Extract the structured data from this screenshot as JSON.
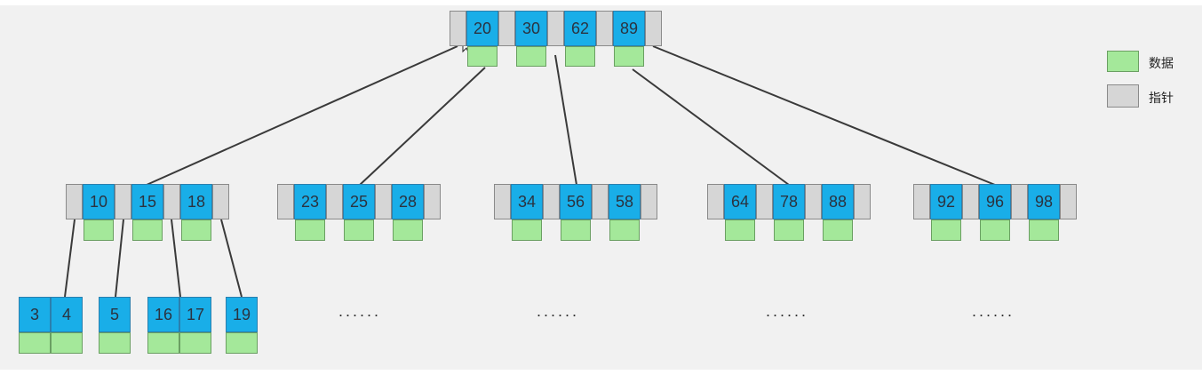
{
  "diagram": {
    "root": {
      "keys": [
        "20",
        "30",
        "62",
        "89"
      ]
    },
    "level1": [
      {
        "keys": [
          "10",
          "15",
          "18"
        ]
      },
      {
        "keys": [
          "23",
          "25",
          "28"
        ]
      },
      {
        "keys": [
          "34",
          "56",
          "58"
        ]
      },
      {
        "keys": [
          "64",
          "78",
          "88"
        ]
      },
      {
        "keys": [
          "92",
          "96",
          "98"
        ]
      }
    ],
    "leaves": [
      {
        "keys": [
          "3",
          "4"
        ]
      },
      {
        "keys": [
          "5"
        ]
      },
      {
        "keys": [
          "16",
          "17"
        ]
      },
      {
        "keys": [
          "19"
        ]
      }
    ],
    "ellipsis": [
      "......",
      "......",
      "......",
      "......"
    ]
  },
  "legend": {
    "data_label": "数据",
    "pointer_label": "指针",
    "data_color": "#a4e89a",
    "pointer_color": "#d6d6d6",
    "key_color": "#19aee8"
  }
}
